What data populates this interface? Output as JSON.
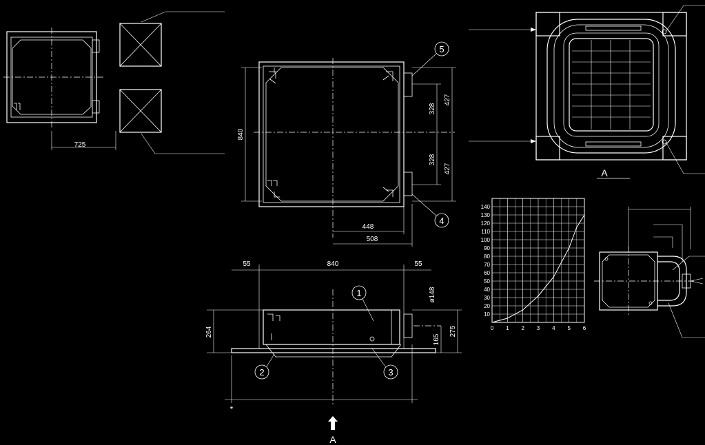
{
  "dims": {
    "top_left_width": "725",
    "plan_height": "840",
    "plan_right_upper": "328",
    "plan_right_upper_outer": "427",
    "plan_right_lower": "328",
    "plan_right_lower_outer": "427",
    "plan_bottom_inner": "448",
    "plan_bottom_outer": "508",
    "side_left_margin": "55",
    "side_width": "840",
    "side_right_margin": "55",
    "side_pipe_dia": "ø148",
    "side_height": "264",
    "side_165": "165",
    "side_275": "275"
  },
  "callouts": [
    "1",
    "2",
    "3",
    "4",
    "5"
  ],
  "view_labels": {
    "view_a": "A",
    "arrow_a": "A",
    "asterisk": "*"
  },
  "chart_data": {
    "type": "line",
    "title": "",
    "xlabel": "",
    "ylabel": "",
    "x_ticks": [
      "0",
      "1",
      "2",
      "3",
      "4",
      "5",
      "6"
    ],
    "y_ticks": [
      "10",
      "20",
      "30",
      "40",
      "50",
      "60",
      "70",
      "80",
      "90",
      "100",
      "110",
      "120",
      "130",
      "140"
    ],
    "xlim": [
      0,
      6
    ],
    "ylim": [
      0,
      150
    ],
    "grid": true,
    "series": [
      {
        "x": [
          0,
          1,
          2,
          3,
          4,
          5,
          5.5,
          6
        ],
        "y": [
          0,
          5,
          15,
          32,
          55,
          90,
          115,
          130
        ]
      }
    ]
  }
}
